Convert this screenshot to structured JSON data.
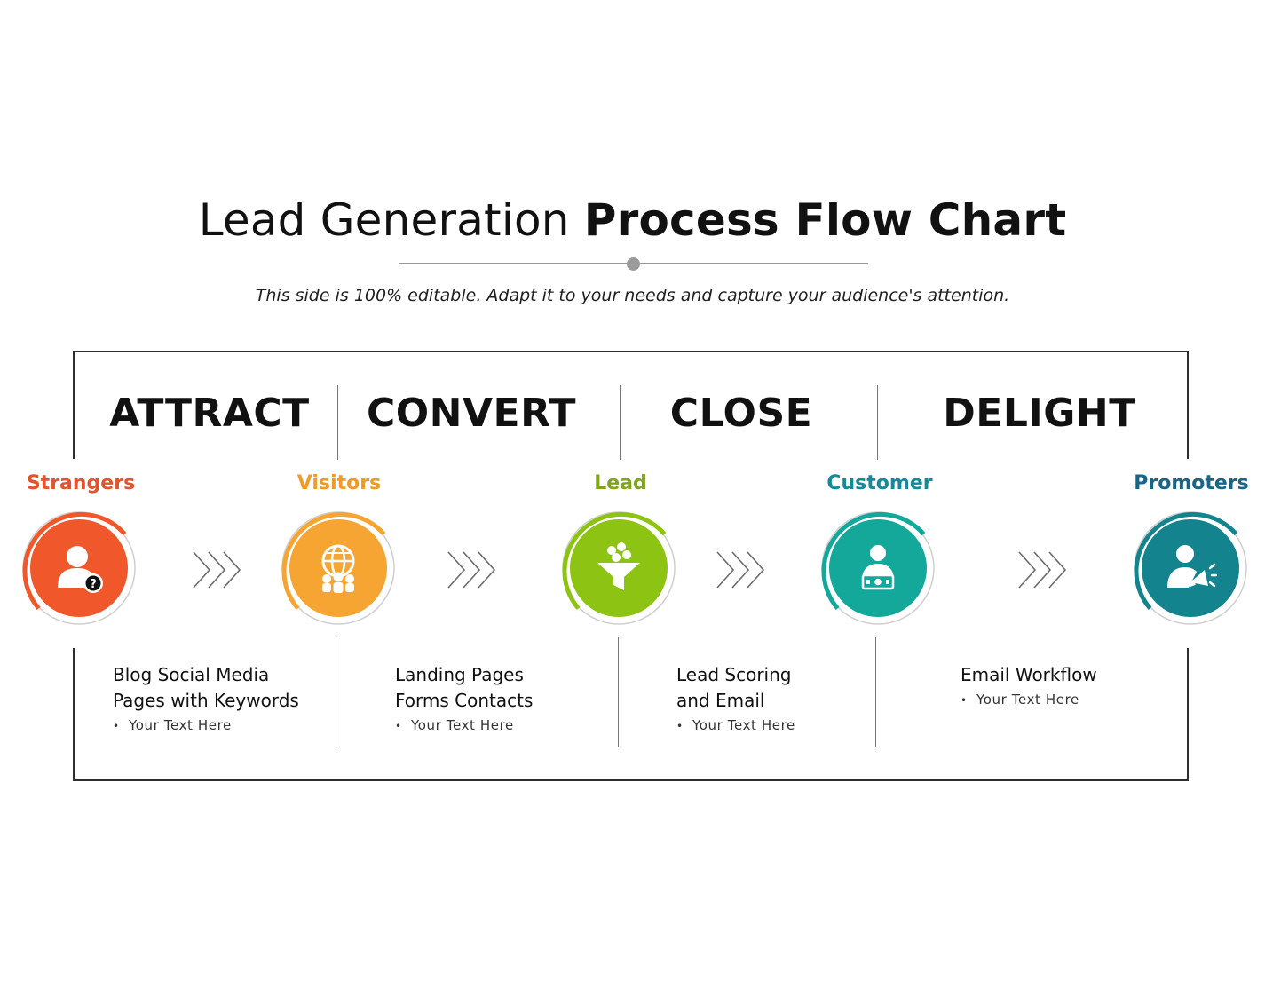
{
  "header": {
    "title_light": "Lead Generation",
    "title_bold": "Process Flow Chart",
    "subtitle": "This side is 100% editable. Adapt it to your needs and capture your audience's attention."
  },
  "stages": [
    "ATTRACT",
    "CONVERT",
    "CLOSE",
    "DELIGHT"
  ],
  "nodes": [
    {
      "label": "Strangers",
      "color": "#f0572a",
      "icon": "person-question-icon"
    },
    {
      "label": "Visitors",
      "color": "#f7a532",
      "icon": "globe-people-icon"
    },
    {
      "label": "Lead",
      "color": "#8dc313",
      "icon": "funnel-icon"
    },
    {
      "label": "Customer",
      "color": "#13a89a",
      "icon": "person-money-icon"
    },
    {
      "label": "Promoters",
      "color": "#13838e",
      "icon": "person-megaphone-icon"
    }
  ],
  "label_colors": [
    "#e4532b",
    "#f19a25",
    "#7fa51b",
    "#138a99",
    "#17668a"
  ],
  "descriptions": [
    {
      "lines": [
        "Blog Social Media",
        "Pages with Keywords"
      ],
      "bullet": "Your Text Here"
    },
    {
      "lines": [
        "Landing Pages",
        "Forms Contacts"
      ],
      "bullet": "Your Text Here"
    },
    {
      "lines": [
        "Lead Scoring",
        "and Email"
      ],
      "bullet": "Your Text Here"
    },
    {
      "lines": [
        "Email Workflow"
      ],
      "bullet": "Your Text Here"
    }
  ]
}
